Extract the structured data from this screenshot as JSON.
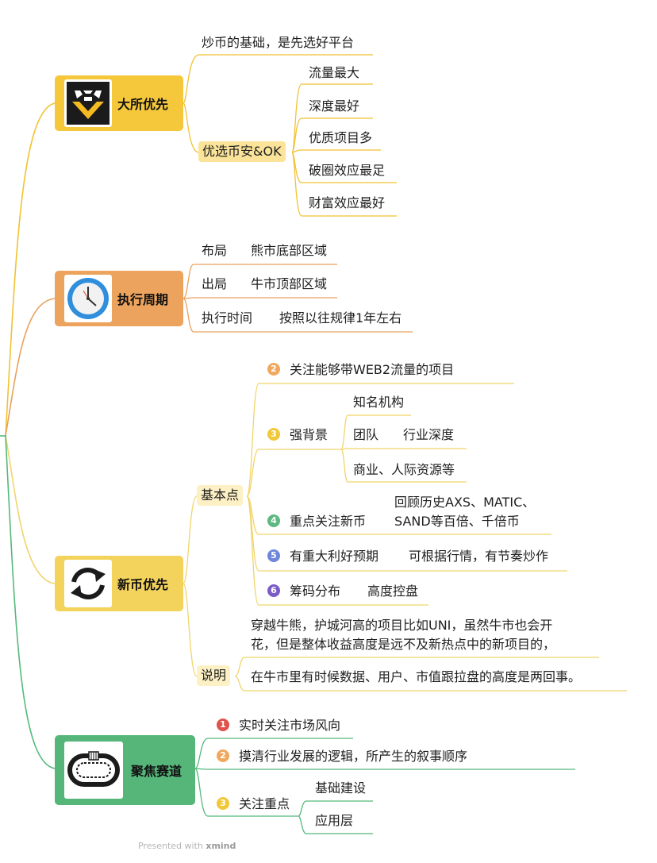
{
  "colors": {
    "branch1": "#f1c232",
    "branch2": "#e9a15f",
    "branch3": "#f0d56b",
    "branch4": "#55b97a"
  },
  "icons": [
    "exchange-logo-icon",
    "clock-icon",
    "refresh-arrows-icon",
    "race-track-icon"
  ],
  "b1": {
    "title": "大所优先",
    "n1": "炒币的基础，是先选好平台",
    "n2": "优选币安&OK",
    "items": [
      "流量最大",
      "深度最好",
      "优质项目多",
      "破圈效应最足",
      "财富效应最好"
    ]
  },
  "b2": {
    "title": "执行周期",
    "r1a": "布局",
    "r1b": "熊市底部区域",
    "r2a": "出局",
    "r2b": "牛市顶部区域",
    "r3a": "执行时间",
    "r3b": "按照以往规律1年左右"
  },
  "b3": {
    "title": "新币优先",
    "basic": "基本点",
    "p2": "关注能够带WEB2流量的项目",
    "p3": "强背景",
    "p3a": "知名机构",
    "p3b": "团队",
    "p3b2": "行业深度",
    "p3c": "商业、人际资源等",
    "p4": "重点关注新币",
    "p4a1": "回顾历史AXS、MATIC、",
    "p4a2": "SAND等百倍、千倍币",
    "p5": "有重大利好预期",
    "p5a": "可根据行情，有节奏炒作",
    "p6": "筹码分布",
    "p6a": "高度控盘",
    "note": "说明",
    "note1a": "穿越牛熊，护城河高的项目比如UNI，虽然牛市也会开",
    "note1b": "花，但是整体收益高度是远不及新热点中的新项目的，",
    "note2": "在牛市里有时候数据、用户、市值跟拉盘的高度是两回事。"
  },
  "b4": {
    "title": "聚焦赛道",
    "c1": "实时关注市场风向",
    "c2": "摸清行业发展的逻辑，所产生的叙事顺序",
    "c3": "关注重点",
    "c3a": "基础建设",
    "c3b": "应用层"
  },
  "badges": {
    "b2": "2",
    "b3": "3",
    "b4": "4",
    "b5": "5",
    "b6": "6",
    "c1": "1",
    "c2": "2",
    "c3": "3"
  },
  "footer": {
    "prefix": "Presented with",
    "brand": "xmind"
  }
}
